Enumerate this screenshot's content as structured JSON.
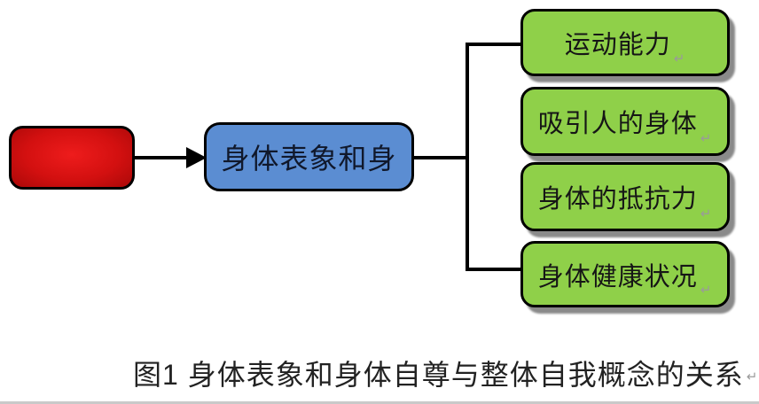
{
  "diagram": {
    "root_box": {
      "label": ""
    },
    "center_box": {
      "label": "身体表象和身"
    },
    "leaf_boxes": [
      {
        "label": "运动能力"
      },
      {
        "label": "吸引人的身体"
      },
      {
        "label": "身体的抵抗力"
      },
      {
        "label": "身体健康状况"
      }
    ],
    "paragraph_mark": "↵",
    "caption": "图1 身体表象和身体自尊与整体自我概念的关系",
    "colors": {
      "root_fill": "#d31010",
      "center_fill": "#5b8dd2",
      "leaf_fill": "#8fd049",
      "border": "#000000",
      "shadow": "#8a8a8a",
      "caption_text": "#222222",
      "mark": "#9a9a9a"
    }
  }
}
